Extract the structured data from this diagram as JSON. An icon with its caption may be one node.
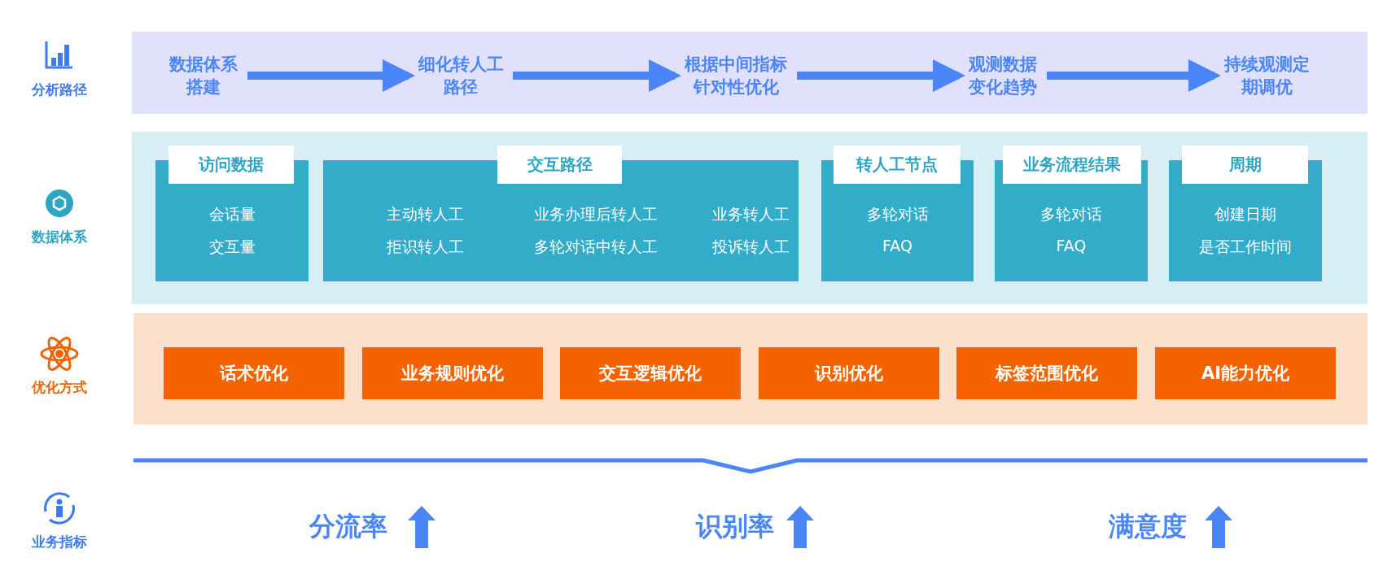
{
  "diagram": {
    "nodes": [
      {
        "text": [
          "数据体系搭建"
        ]
      },
      {
        "text": [
          "细化转人工路径"
        ]
      },
      {
        "text": [
          "根据中间指标针对性优化"
        ]
      },
      {
        "text": [
          "观测数据变化趋势"
        ]
      },
      {
        "text": [
          "持续观测定期调优"
        ]
      },
      {
        "text": [
          "访问数据",
          "会话量",
          "交互量"
        ]
      },
      {
        "text": [
          "交互路径",
          "主动转人工",
          "业务办理后转人工",
          "业务转人工",
          "拒识转人工",
          "多轮对话中转人工",
          "投诉转人工"
        ]
      },
      {
        "text": [
          "转人工节点",
          "多轮对话",
          "FAQ"
        ]
      },
      {
        "text": [
          "业务流程结果",
          "多轮对话",
          "FAQ"
        ]
      },
      {
        "text": [
          "周期",
          "创建日期",
          "是否工作时间"
        ]
      },
      {
        "text": [
          "话术优化"
        ]
      },
      {
        "text": [
          "业务规则优化"
        ]
      },
      {
        "text": [
          "交互逻辑优化"
        ]
      },
      {
        "text": [
          "识别优化"
        ]
      },
      {
        "text": [
          "标签范围优化"
        ]
      },
      {
        "text": [
          "AI能力优化"
        ]
      }
    ],
    "edges": [
      {
        "from": 0,
        "to": 1,
        "arrow": "to"
      },
      {
        "from": 1,
        "to": 2,
        "arrow": "to"
      },
      {
        "from": 2,
        "to": 3,
        "arrow": "to"
      },
      {
        "from": 3,
        "to": 4,
        "arrow": "to"
      }
    ],
    "labels": [
      "分析路径",
      "数据体系",
      "优化方式",
      "业务指标",
      "分流率",
      "识别率",
      "满意度"
    ]
  }
}
